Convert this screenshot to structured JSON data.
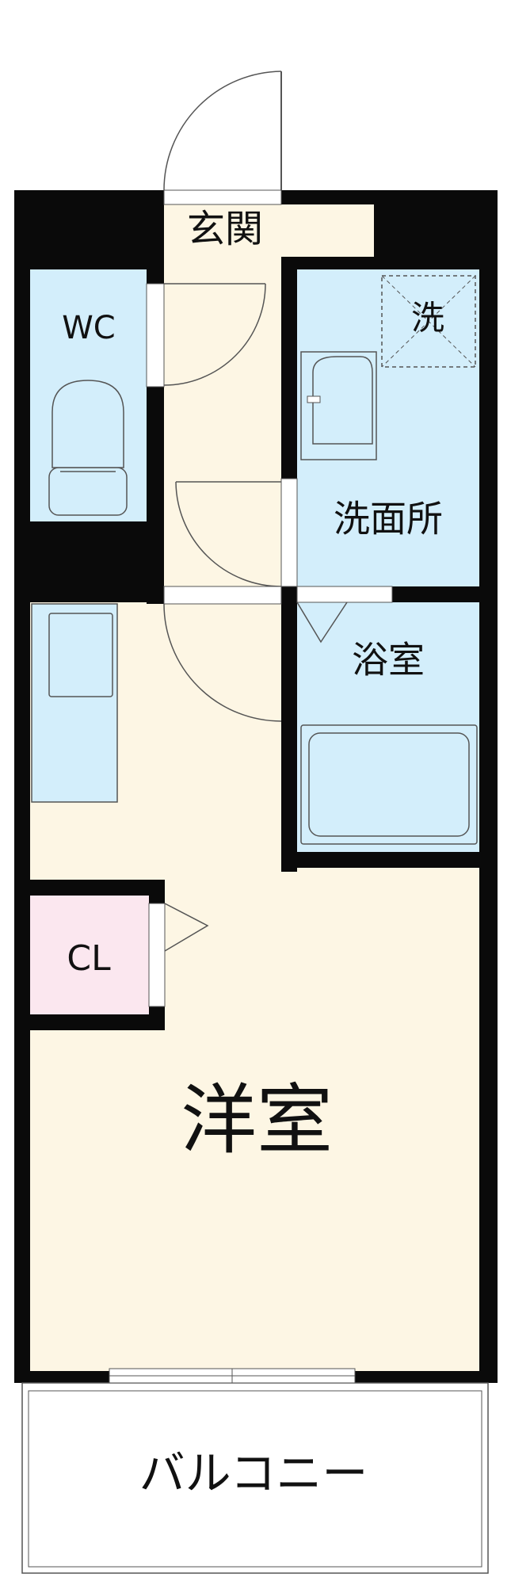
{
  "rooms": {
    "entrance": "玄関",
    "wc": "WC",
    "washer": "洗",
    "washroom": "洗面所",
    "bathroom": "浴室",
    "closet": "CL",
    "western_room": "洋室",
    "balcony": "バルコニー"
  },
  "colors": {
    "wall": "#0a0a0a",
    "floor": "#fdf6e4",
    "wet_area": "#d3eefb",
    "closet": "#fbe7ef",
    "balcony": "#ffffff",
    "line": "#555555"
  }
}
